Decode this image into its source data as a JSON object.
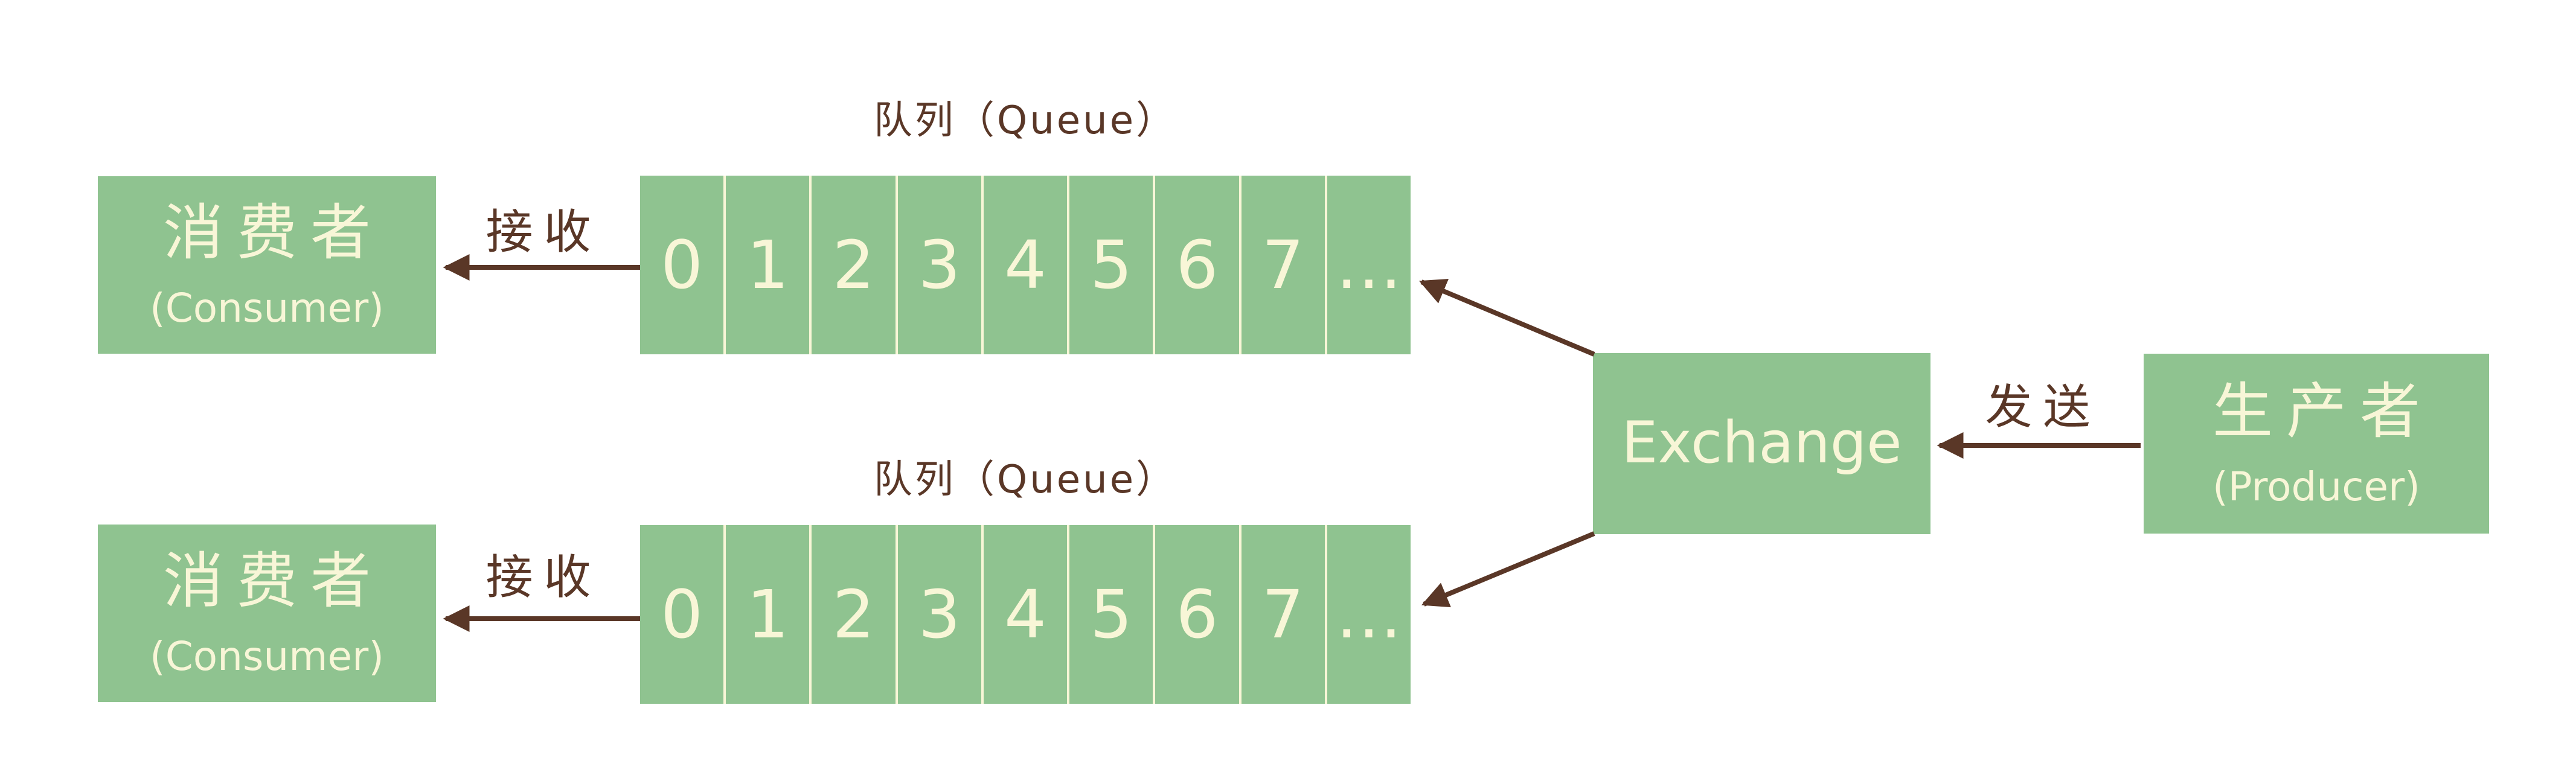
{
  "colors": {
    "box_green": "#8FC390",
    "text_cream": "#F8F6D7",
    "ink_brown": "#5A3727",
    "background": "#FFFFFF"
  },
  "rows": [
    {
      "consumer": {
        "title": "消费者",
        "subtitle": "(Consumer)"
      },
      "receive_label": "接收",
      "queue": {
        "title": "队列（Queue）",
        "cells": [
          "0",
          "1",
          "2",
          "3",
          "4",
          "5",
          "6",
          "7",
          "…"
        ]
      }
    },
    {
      "consumer": {
        "title": "消费者",
        "subtitle": "(Consumer)"
      },
      "receive_label": "接收",
      "queue": {
        "title": "队列（Queue）",
        "cells": [
          "0",
          "1",
          "2",
          "3",
          "4",
          "5",
          "6",
          "7",
          "…"
        ]
      }
    }
  ],
  "exchange": {
    "label": "Exchange"
  },
  "send_label": "发送",
  "producer": {
    "title": "生产者",
    "subtitle": "(Producer)"
  }
}
